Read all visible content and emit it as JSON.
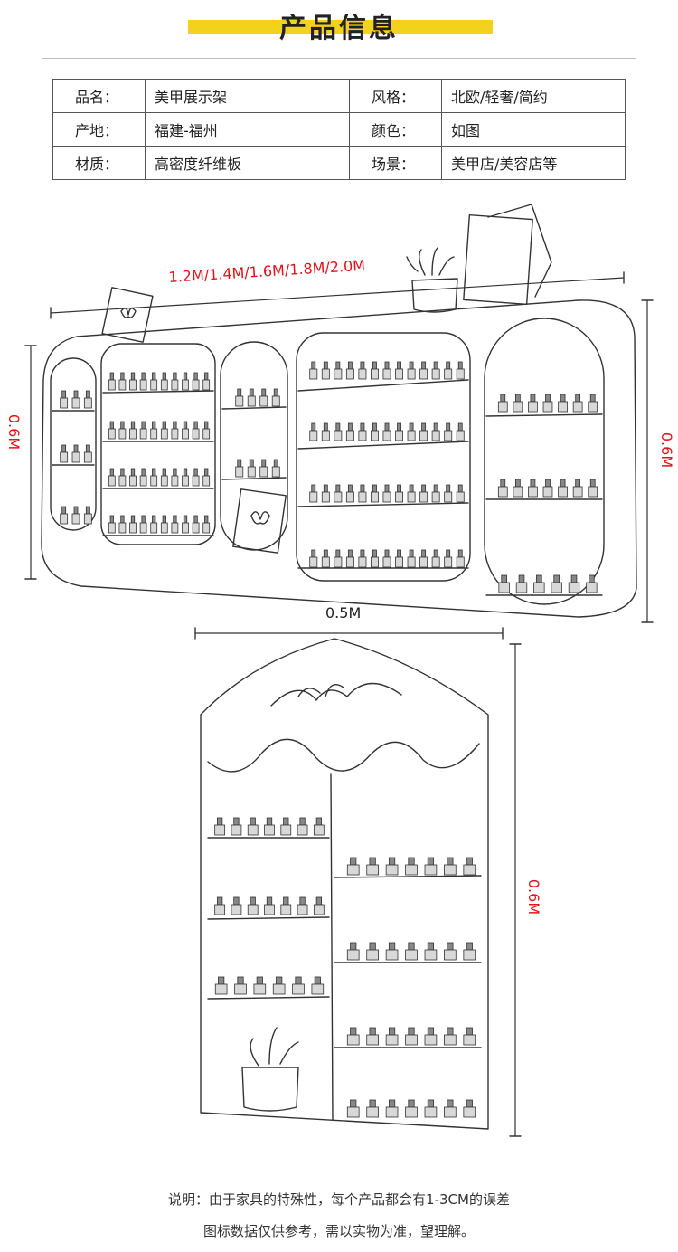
{
  "header": {
    "title": "产品信息"
  },
  "specs": {
    "rows": [
      {
        "k1": "品名：",
        "v1": "美甲展示架",
        "k2": "风格：",
        "v2": "北欧/轻奢/简约"
      },
      {
        "k1": "产地：",
        "v1": "福建-福州",
        "k2": "颜色：",
        "v2": "如图"
      },
      {
        "k1": "材质：",
        "v1": "高密度纤维板",
        "k2": "场景：",
        "v2": "美甲店/美容店等"
      }
    ]
  },
  "product_wide": {
    "width_label": "1.2M/1.4M/1.6M/1.8M/2.0M",
    "height_left": "0.6M",
    "height_right": "0.6M"
  },
  "product_tall": {
    "width_label": "0.5M",
    "height_label": "0.6M"
  },
  "note": {
    "line1": "说明：由于家具的特殊性，每个产品都会有1-3CM的误差",
    "line2": "图标数据仅供参考，需以实物为准，望理解。"
  },
  "colors": {
    "accent": "#f2d21d",
    "dimension": "#e1141b"
  }
}
